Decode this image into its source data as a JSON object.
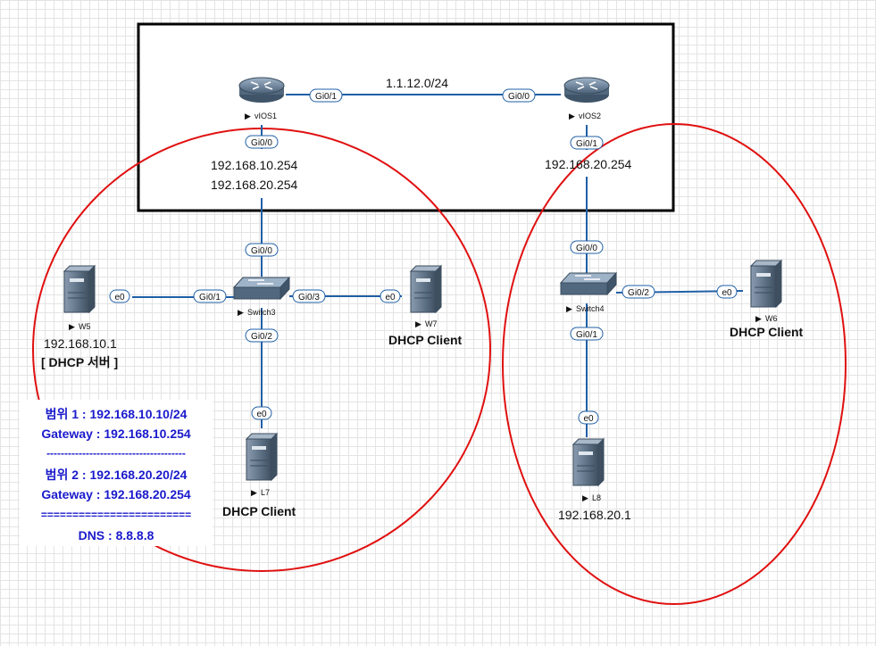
{
  "network": {
    "router_link_subnet": "1.1.12.0/24"
  },
  "devices": {
    "vios1": {
      "name": "vIOS1",
      "port_left": "Gi0/1",
      "port_down": "Gi0/0",
      "ip1": "192.168.10.254",
      "ip2": "192.168.20.254"
    },
    "vios2": {
      "name": "vIOS2",
      "port_left": "Gi0/0",
      "port_down": "Gi0/1",
      "ip": "192.168.20.254"
    },
    "switch3": {
      "name": "Switch3",
      "port_up": "Gi0/0",
      "port_left": "Gi0/1",
      "port_right": "Gi0/3",
      "port_down": "Gi0/2"
    },
    "switch4": {
      "name": "Switch4",
      "port_up": "Gi0/0",
      "port_right": "Gi0/2",
      "port_down": "Gi0/1"
    },
    "w5": {
      "name": "W5",
      "port": "e0",
      "ip": "192.168.10.1",
      "role": "[ DHCP 서버 ]"
    },
    "w7": {
      "name": "W7",
      "port": "e0",
      "role": "DHCP Client"
    },
    "l7": {
      "name": "L7",
      "port": "e0",
      "role": "DHCP Client"
    },
    "w6": {
      "name": "W6",
      "port": "e0",
      "role": "DHCP Client"
    },
    "l8": {
      "name": "L8",
      "port": "e0",
      "ip": "192.168.20.1"
    }
  },
  "dhcp_info": {
    "scope1": "범위 1 : 192.168.10.10/24",
    "gateway1": "Gateway : 192.168.10.254",
    "separator1": "---------------------------------------",
    "scope2": "범위 2 : 192.168.20.20/24",
    "gateway2": "Gateway : 192.168.20.254",
    "separator2": "========================",
    "dns": "DNS : 8.8.8.8"
  },
  "colors": {
    "link": "#1f5fa6",
    "circle": "#e01010",
    "info_text": "#1a1acc",
    "device_body": "#5b6f82"
  }
}
